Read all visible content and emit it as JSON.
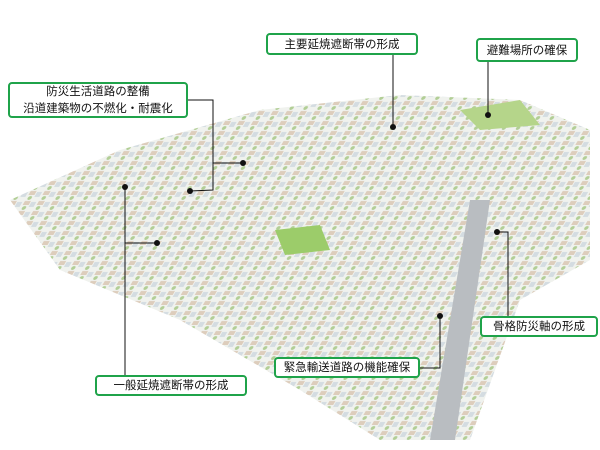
{
  "labels": {
    "main_firebreak": "主要延焼遮断帯の形成",
    "evacuation_site": "避難場所の確保",
    "disaster_road_line1": "防災生活道路の整備",
    "disaster_road_line2": "沿道建築物の不燃化・耐震化",
    "framework_axis": "骨格防災軸の形成",
    "emergency_road": "緊急輸送道路の機能確保",
    "general_firebreak": "一般延焼遮断帯の形成"
  },
  "colors": {
    "label_border": "#1fa34a",
    "leader_line": "#111111"
  }
}
